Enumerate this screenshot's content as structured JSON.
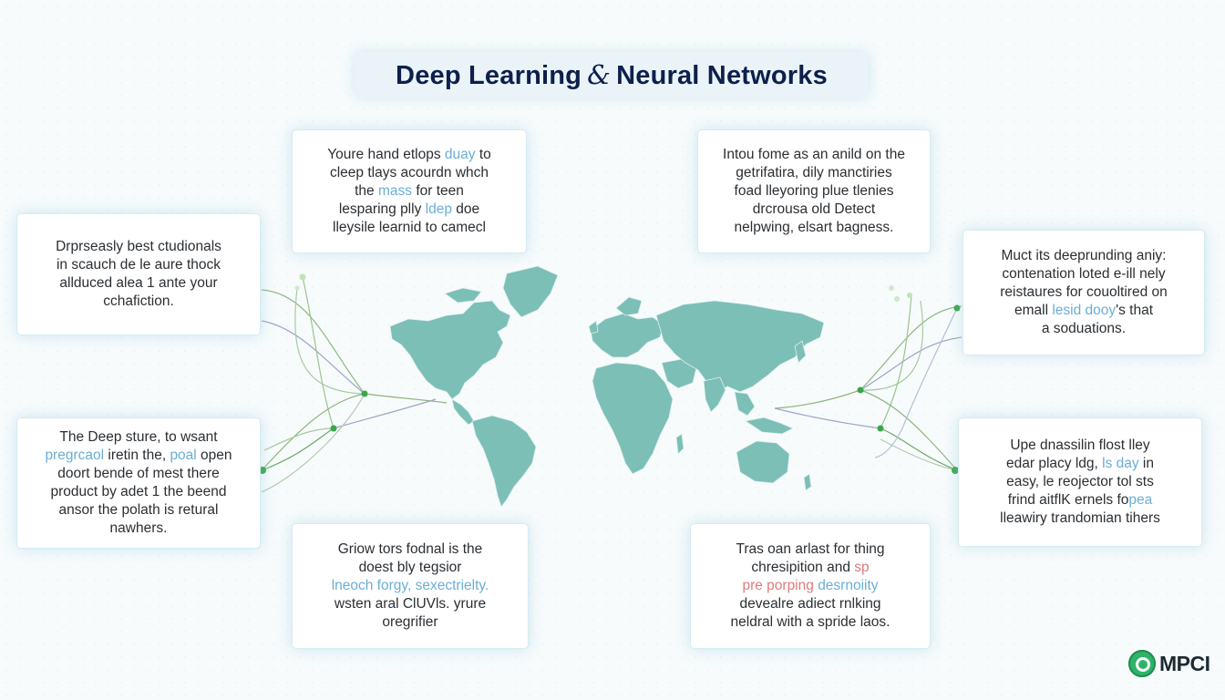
{
  "title": {
    "before": "Deep Learning",
    "amp": "&",
    "after": "Neural Networks"
  },
  "cards": {
    "top_center_left": {
      "l1a": "Youre hand etlops ",
      "l1hl": "duay",
      "l1b": " to",
      "l2": "cleep tlays acourdn whch",
      "l3a": "the ",
      "l3hl": "mass",
      "l3b": " for teen",
      "l4a": "lesparing plly ",
      "l4hl": "ldep",
      "l4b": " doe",
      "l5": "lleysile learnid to camecl"
    },
    "top_center_right": {
      "l1": "Intou fome as an anild on the",
      "l2": "getrifatira, dily manctiries",
      "l3": "foad lleyoring plue tlenies",
      "l4": "drcrousa old Detect",
      "l5": "nelpwing, elsart bagness."
    },
    "left_top": {
      "l1": "Drprseasly best ctudionals",
      "l2": "in scauch de le aure thock",
      "l3": "allduced alea 1 ante your",
      "l4": "cchafiction."
    },
    "left_bottom": {
      "l1": "The Deep sture, to wsant",
      "l2hl": "pregrcaol",
      "l2a": " iretin the, ",
      "l2hl2": "poal",
      "l2b": " open",
      "l3": "doort bende of mest there",
      "l4": "product by adet 1 the beend",
      "l5": "ansor the polath is retural",
      "l6": "nawhers."
    },
    "right_top": {
      "l1": "Muct its deeprunding aniy:",
      "l2": "contenation loted e-ill nely",
      "l3": "reistaures for couoltired on",
      "l4a": "emall ",
      "l4hl": "lesid dooy",
      "l4b": "'s that",
      "l5": "a soduations."
    },
    "right_bottom": {
      "l1": "Upe dnassilin flost lley",
      "l2a": "edar placy ldg, ",
      "l2hl": "ls day",
      "l2b": " in",
      "l3": "easy, le reojector tol sts",
      "l4a": "frind aitflK ernels fo",
      "l4hl": "pea",
      "l5": "lleawiry trandomian tihers"
    },
    "bottom_center_left": {
      "l1": "Griow tors fodnal is the",
      "l2": "doest bly tegsior",
      "l3a": "lneoch forgy, ",
      "l3hl": "sexectrielty.",
      "l4": "wsten aral ClUVls. yrure",
      "l5": "oregrifier"
    },
    "bottom_center_right": {
      "l1": "Tras oan arlast for thing",
      "l2a": "chresipition and ",
      "l2hl": "sp",
      "l3hl": "pre porping",
      "l3b": " ",
      "l3hl2": "desrnoiity",
      "l4": "devealre adiect rnlking",
      "l5": "neldral with a spride laos."
    }
  },
  "logo": {
    "text": "MPCI"
  },
  "colors": {
    "map_fill": "#7cbfb6",
    "map_stroke": "#dff0ee",
    "title_text": "#0e1f4d",
    "highlight_blue": "#6aaed6",
    "highlight_red": "#e07a7a",
    "node_green": "#3aa64a",
    "logo_green": "#2fb36a"
  }
}
